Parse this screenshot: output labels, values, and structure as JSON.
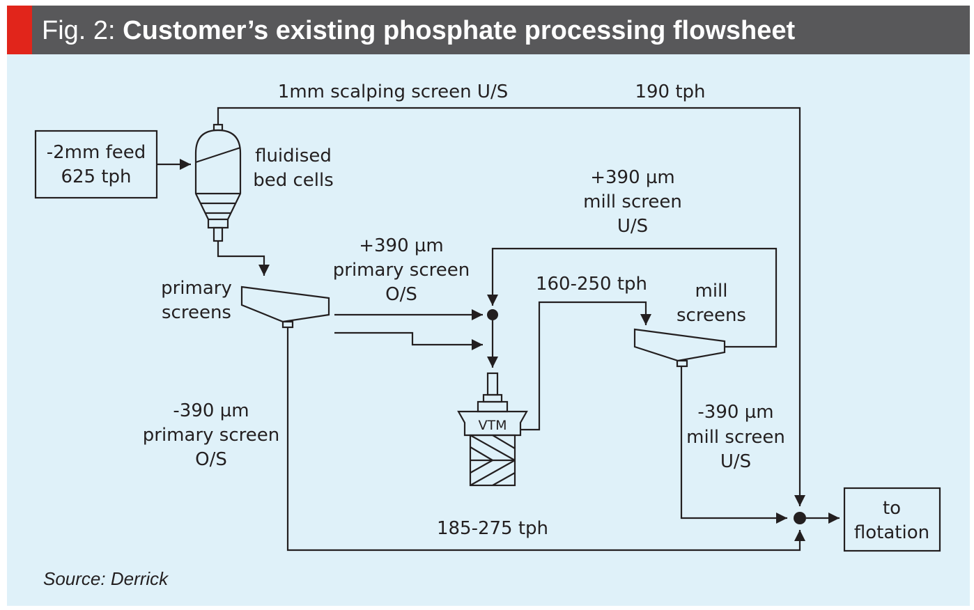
{
  "figure": {
    "number": "Fig. 2:",
    "title": "Customer’s existing phosphate processing flowsheet",
    "source": "Source: Derrick"
  },
  "colors": {
    "header_bg": "#58585a",
    "accent": "#e1251b",
    "panel_bg": "#dff1f9",
    "line": "#231f20"
  },
  "nodes": {
    "feed": {
      "line1": "-2mm feed",
      "line2": "625 tph"
    },
    "fluidised_bed": {
      "line1": "fluidised",
      "line2": "bed cells"
    },
    "primary_screens": {
      "line1": "primary",
      "line2": "screens"
    },
    "vtm": {
      "label": "VTM"
    },
    "mill_screens": {
      "line1": "mill",
      "line2": "screens"
    },
    "flotation": {
      "line1": "to",
      "line2": "flotation"
    }
  },
  "streams": {
    "scalping": {
      "label": "1mm scalping screen U/S",
      "rate": "190 tph"
    },
    "primary_os": {
      "line1": "+390 µm",
      "line2": "primary screen",
      "line3": "O/S"
    },
    "mill_screen_us_top": {
      "line1": "+390 µm",
      "line2": "mill screen",
      "line3": "U/S"
    },
    "vtm_out": {
      "rate": "160-250 tph"
    },
    "primary_fines": {
      "line1": "-390 µm",
      "line2": "primary screen",
      "line3": "O/S"
    },
    "mill_fines": {
      "line1": "-390 µm",
      "line2": "mill screen",
      "line3": "U/S"
    },
    "bottom": {
      "rate": "185-275 tph"
    }
  }
}
